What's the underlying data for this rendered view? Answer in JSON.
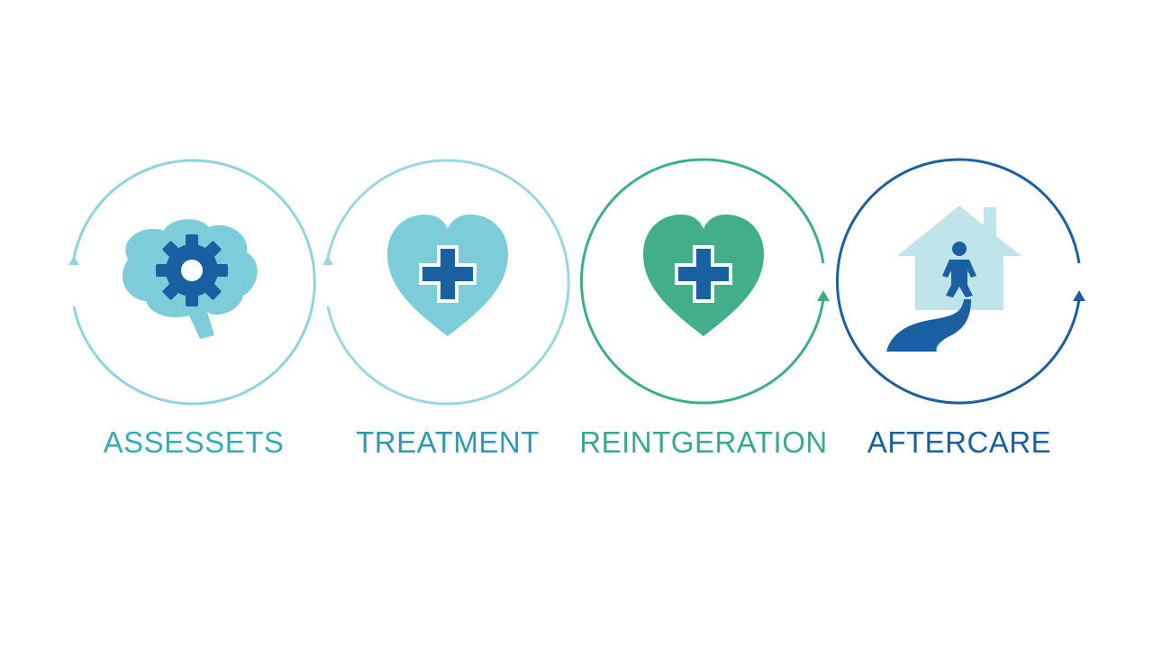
{
  "steps": [
    {
      "label": "ASSESSETS",
      "icon": "brain-gear-icon",
      "color": "#39A9B5",
      "ring_color": "#8FD3DC",
      "icon_fill": "#7DCCD9",
      "icon_accent": "#1B5FA3"
    },
    {
      "label": "TREATMENT",
      "icon": "heart-cross-icon",
      "color": "#2F9AAE",
      "ring_color": "#9BD7DF",
      "icon_fill": "#7DCCD9",
      "icon_accent": "#1B5FA3"
    },
    {
      "label": "REINTGERATION",
      "icon": "heart-cross-icon",
      "color": "#3AA88A",
      "ring_color": "#3DAE86",
      "icon_fill": "#43AE8A",
      "icon_accent": "#1B5FA3"
    },
    {
      "label": "AFTERCARE",
      "icon": "home-path-icon",
      "color": "#1C5F9A",
      "ring_color": "#1C5F9A",
      "icon_fill": "#BFE4EA",
      "icon_accent": "#1B5FA3"
    }
  ]
}
